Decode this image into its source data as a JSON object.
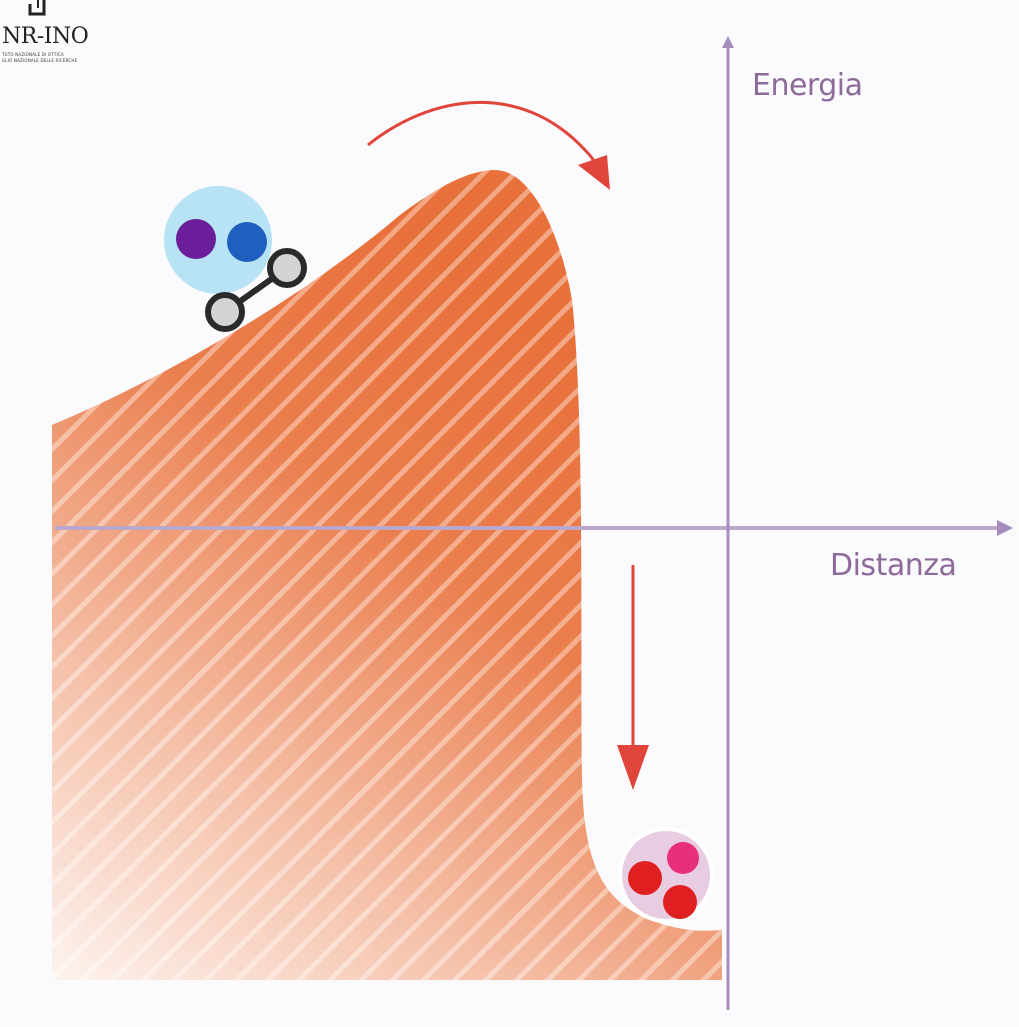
{
  "logo": {
    "title": "NR-INO",
    "line1": "TUTO NAZIONALE DI OTTICA",
    "line2": "GLIO NAZIONALE DELLE RICERCHE"
  },
  "diagram": {
    "y_axis_label": "Energia",
    "x_axis_label": "Distanza",
    "colors": {
      "barrier": "#e8703a",
      "axis": "#b19cc4",
      "arrow": "#e0443a",
      "molecule_halo": "#aee0f4",
      "atom_purple": "#6a1e9a",
      "atom_blue": "#1f5fbf",
      "product_halo": "#e4c6dc",
      "atom_red": "#e02020",
      "atom_pink": "#e8307a"
    }
  }
}
